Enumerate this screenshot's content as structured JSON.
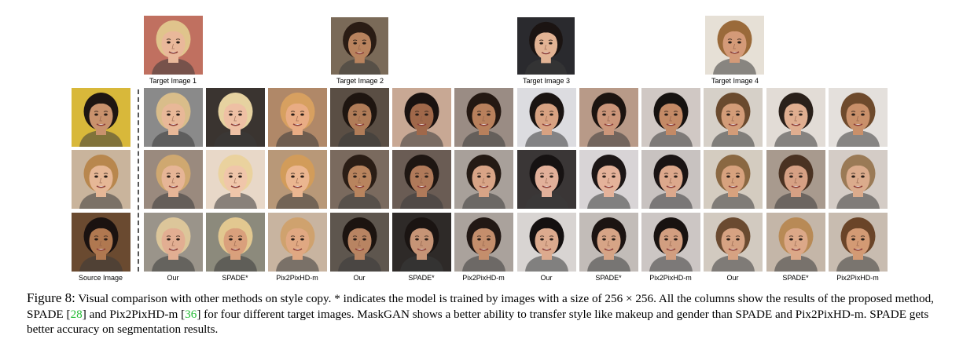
{
  "targets": [
    {
      "label": "Target Image 1",
      "skin": "#e9b89a",
      "hair": "#e0c48c",
      "bg": "#c07060"
    },
    {
      "label": "Target Image 2",
      "skin": "#b8835e",
      "hair": "#2a1c14",
      "bg": "#7a6a58"
    },
    {
      "label": "Target Image 3",
      "skin": "#e2b394",
      "hair": "#1b1412",
      "bg": "#2a2a2e"
    },
    {
      "label": "Target Image 4",
      "skin": "#d49a78",
      "hair": "#9a6a3a",
      "bg": "#e6e0d6"
    }
  ],
  "columns": [
    {
      "label": "Source Image"
    },
    {
      "label": "Our"
    },
    {
      "label": "SPADE*"
    },
    {
      "label": "Pix2PixHD-m"
    },
    {
      "label": "Our"
    },
    {
      "label": "SPADE*"
    },
    {
      "label": "Pix2PixHD-m"
    },
    {
      "label": "Our"
    },
    {
      "label": "SPADE*"
    },
    {
      "label": "Pix2PixHD-m"
    },
    {
      "label": "Our"
    },
    {
      "label": "SPADE*"
    },
    {
      "label": "Pix2PixHD-m"
    }
  ],
  "grid_rows": [
    [
      {
        "bg": "#d8b83a",
        "skin": "#c9926d",
        "hair": "#1e1612"
      },
      {
        "bg": "#8a8a8a",
        "skin": "#e8b898",
        "hair": "#d9bd8a"
      },
      {
        "bg": "#3a3430",
        "skin": "#eec0a4",
        "hair": "#e6d2a0"
      },
      {
        "bg": "#b08868",
        "skin": "#e9ac84",
        "hair": "#d7a060"
      },
      {
        "bg": "#5a4e44",
        "skin": "#b07c58",
        "hair": "#1e1510"
      },
      {
        "bg": "#c8a894",
        "skin": "#a0684a",
        "hair": "#1a1210"
      },
      {
        "bg": "#9a8c84",
        "skin": "#b8805c",
        "hair": "#241812"
      },
      {
        "bg": "#dcdce0",
        "skin": "#d8a282",
        "hair": "#1a1412"
      },
      {
        "bg": "#b89a88",
        "skin": "#cc967a",
        "hair": "#1c1410"
      },
      {
        "bg": "#d0c8c4",
        "skin": "#c48a66",
        "hair": "#161210"
      },
      {
        "bg": "#d6d0c8",
        "skin": "#d39c78",
        "hair": "#6a4a2e"
      },
      {
        "bg": "#e2dcd6",
        "skin": "#e0ae90",
        "hair": "#2a201a"
      },
      {
        "bg": "#e4e0dc",
        "skin": "#c9906a",
        "hair": "#6e4a2c"
      }
    ],
    [
      {
        "bg": "#c9b49c",
        "skin": "#e6b796",
        "hair": "#b8874e"
      },
      {
        "bg": "#9a8a7e",
        "skin": "#e6b596",
        "hair": "#cfa870"
      },
      {
        "bg": "#e8d8c8",
        "skin": "#f0c6aa",
        "hair": "#ead29e"
      },
      {
        "bg": "#b89878",
        "skin": "#ebb690",
        "hair": "#d29c5a"
      },
      {
        "bg": "#7a6a5e",
        "skin": "#b8845e",
        "hair": "#2a1d15"
      },
      {
        "bg": "#6a5c54",
        "skin": "#b07a5a",
        "hair": "#1e1612"
      },
      {
        "bg": "#a8a09a",
        "skin": "#d8a486",
        "hair": "#241a14"
      },
      {
        "bg": "#3a3636",
        "skin": "#e2b09a",
        "hair": "#161212"
      },
      {
        "bg": "#d8d4d6",
        "skin": "#e4b29a",
        "hair": "#1c1616"
      },
      {
        "bg": "#c8c2c0",
        "skin": "#dca88c",
        "hair": "#1a1414"
      },
      {
        "bg": "#d4ccc0",
        "skin": "#d7a27e",
        "hair": "#8a6842"
      },
      {
        "bg": "#a89a8e",
        "skin": "#d6a084",
        "hair": "#4a3222"
      },
      {
        "bg": "#d4ccc6",
        "skin": "#dbab8c",
        "hair": "#9a7a56"
      }
    ],
    [
      {
        "bg": "#6a4a30",
        "skin": "#b07850",
        "hair": "#1a1210"
      },
      {
        "bg": "#9a948a",
        "skin": "#e2ae92",
        "hair": "#dcc69a"
      },
      {
        "bg": "#8c8a7c",
        "skin": "#d9a07c",
        "hair": "#e2c890"
      },
      {
        "bg": "#c8b4a0",
        "skin": "#e0a882",
        "hair": "#cfa26e"
      },
      {
        "bg": "#5e564e",
        "skin": "#b88462",
        "hair": "#1c1410"
      },
      {
        "bg": "#2e2a28",
        "skin": "#c69476",
        "hair": "#1a1412"
      },
      {
        "bg": "#aaa29c",
        "skin": "#c48e6c",
        "hair": "#221814"
      },
      {
        "bg": "#d8d4d2",
        "skin": "#dcaa8e",
        "hair": "#141010"
      },
      {
        "bg": "#c2bcb8",
        "skin": "#d6a486",
        "hair": "#1c1412"
      },
      {
        "bg": "#ccc6c4",
        "skin": "#d29e80",
        "hair": "#181210"
      },
      {
        "bg": "#d2cac0",
        "skin": "#d6a282",
        "hair": "#6a4a30"
      },
      {
        "bg": "#c4b6a8",
        "skin": "#dca888",
        "hair": "#b88a56"
      },
      {
        "bg": "#c8bcb0",
        "skin": "#d39a74",
        "hair": "#6a4428"
      }
    ]
  ],
  "caption": {
    "figure": "Figure 8:",
    "text_1": " Visual comparison with other methods on style copy. * indicates the model is trained by images with a size of 256 × 256. All the columns show the results of the proposed method, SPADE [",
    "ref_1": "28",
    "text_2": "] and Pix2PixHD-m [",
    "ref_2": "36",
    "text_3": "] for four different target images. MaskGAN shows a better ability to transfer style like makeup and gender than SPADE and Pix2PixHD-m. SPADE gets better accuracy on segmentation results."
  }
}
